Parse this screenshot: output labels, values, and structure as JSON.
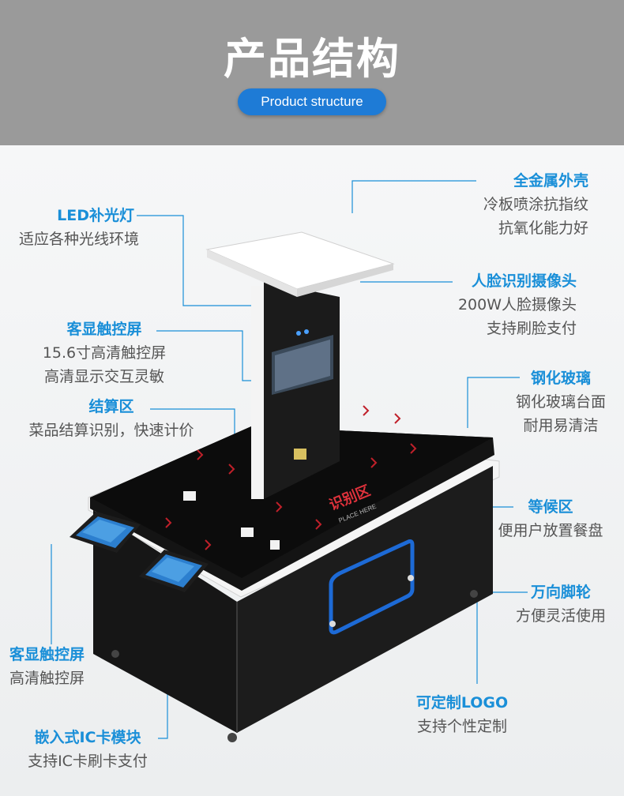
{
  "header": {
    "title": "产品结构",
    "subtitle": "Product structure"
  },
  "colors": {
    "accent": "#1a8fd8",
    "pill": "#1e7bd6",
    "header_bg": "#9a9a9a",
    "body_text": "#555555"
  },
  "device": {
    "screen_text": "识别区",
    "screen_subtext": "PLACE HERE"
  },
  "labels": {
    "shell": {
      "title": "全金属外壳",
      "lines": [
        "冷板喷涂抗指纹",
        "抗氧化能力好"
      ]
    },
    "led": {
      "title": "LED补光灯",
      "lines": [
        "适应各种光线环境"
      ]
    },
    "camera": {
      "title": "人脸识别摄像头",
      "lines": [
        "200W人脸摄像头",
        "支持刷脸支付"
      ]
    },
    "touch_main": {
      "title": "客显触控屏",
      "lines": [
        "15.6寸高清触控屏",
        "高清显示交互灵敏"
      ]
    },
    "glass": {
      "title": "钢化玻璃",
      "lines": [
        "钢化玻璃台面",
        "耐用易清洁"
      ]
    },
    "settle": {
      "title": "结算区",
      "lines": [
        "菜品结算识别，快速计价"
      ]
    },
    "waiting": {
      "title": "等候区",
      "lines": [
        "便用户放置餐盘"
      ]
    },
    "wheel": {
      "title": "万向脚轮",
      "lines": [
        "方便灵活使用"
      ]
    },
    "touch_side": {
      "title": "客显触控屏",
      "lines": [
        "高清触控屏"
      ]
    },
    "logo": {
      "title": "可定制LOGO",
      "lines": [
        "支持个性定制"
      ]
    },
    "ic": {
      "title": "嵌入式IC卡模块",
      "lines": [
        "支持IC卡刷卡支付"
      ]
    }
  }
}
